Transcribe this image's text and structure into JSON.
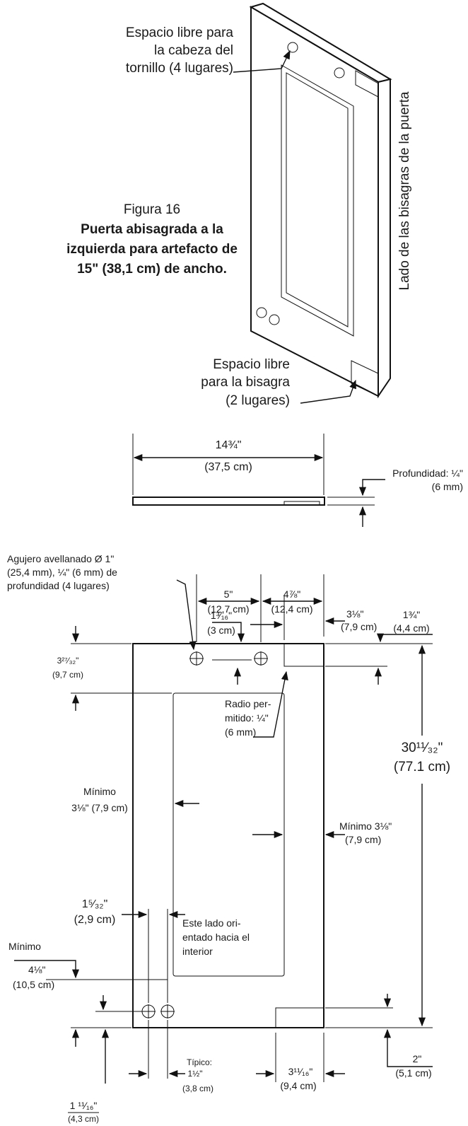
{
  "perspective": {
    "clearance_screw_lines": [
      "Espacio libre para",
      "la cabeza del",
      "tornillo (4 lugares)"
    ],
    "hinge_side_label": "Lado de las bisagras de la puerta",
    "figure_number": "Figura 16",
    "figure_title_lines": [
      "Puerta abisagrada a la",
      "izquierda para artefacto de",
      "15\" (38,1 cm) de ancho."
    ],
    "clearance_hinge_lines": [
      "Espacio libre",
      "para la bisagra",
      "(2 lugares)"
    ]
  },
  "side_view": {
    "width_top": "14¾\"",
    "width_bottom": "(37,5 cm)",
    "depth_top": "Profundidad: ¼\"",
    "depth_bottom": "(6 mm)"
  },
  "front_view": {
    "countersink_lines": [
      "Agujero avellanado Ø 1\"",
      "(25,4 mm), ¼\" (6 mm) de",
      "profundidad (4 lugares)"
    ],
    "dim_5_top": "5\"",
    "dim_5_bottom": "(12,7 cm)",
    "dim_4_top": "4⅞\"",
    "dim_4_bottom": "(12,4 cm)",
    "dim_1316_top": "1³⁄₁₆\"",
    "dim_1316_bottom": "(3 cm)",
    "dim_318_top": "3⅛\"",
    "dim_318_bottom": "(7,9 cm)",
    "dim_134_top": "1¾\"",
    "dim_134_bottom": "(4,4 cm)",
    "dim_32732_top": "3²⁷⁄₃₂\"",
    "dim_32732_bottom": "(9,7 cm)",
    "radius_lines": [
      "Radio per-",
      "mitido: ¼\"",
      "(6 mm)"
    ],
    "height_top": "30¹¹⁄₃₂\"",
    "height_bottom": "(77.1 cm)",
    "min_left_top": "Mínimo",
    "min_left_bottom": "3⅛\" (7,9 cm)",
    "min_right_top": "Mínimo 3⅛\"",
    "min_right_bottom": "(7,9 cm)",
    "dim_1532_top": "1⁵⁄₃₂\"",
    "dim_1532_bottom": "(2,9 cm)",
    "inside_lines": [
      "Este lado ori-",
      "entado hacia el",
      "interior"
    ],
    "min_418_label": "Mínimo",
    "min_418_top": "4⅛\"",
    "min_418_bottom": "(10,5 cm)",
    "typical_lines": [
      "Típico:",
      "1½\"",
      "(3,8 cm)"
    ],
    "dim_31116_top": "3¹¹⁄₁₆\"",
    "dim_31116_bottom": "(9,4 cm)",
    "dim_2_top": "2\"",
    "dim_2_bottom": "(5,1 cm)",
    "dim_11116_top": "1 ¹¹⁄₁₆\"",
    "dim_11116_bottom": "(4,3 cm)"
  }
}
